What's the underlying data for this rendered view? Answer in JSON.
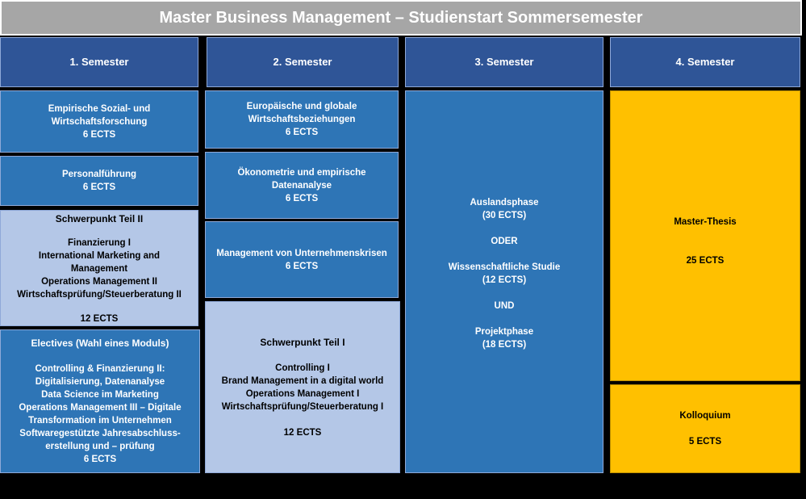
{
  "title": "Master Business Management – Studienstart Sommersemester",
  "colors": {
    "title_bg": "#a6a6a6",
    "header_bg": "#2f5597",
    "module_bg": "#2e75b6",
    "focus_bg": "#b4c7e7",
    "thesis_bg": "#ffc000"
  },
  "semesters": [
    {
      "label": "1. Semester",
      "modules": [
        {
          "lines": [
            "Empirische Sozial- und",
            "Wirtschaftsforschung"
          ],
          "ects": "6 ECTS"
        },
        {
          "lines": [
            "Personalführung"
          ],
          "ects": "6 ECTS"
        },
        {
          "heading": "Schwerpunkt Teil II",
          "lines": [
            "Finanzierung I",
            "International Marketing and",
            "Management",
            "Operations Management II",
            "Wirtschaftsprüfung/Steuerberatung II"
          ],
          "ects": "12 ECTS"
        },
        {
          "heading": "Electives (Wahl eines Moduls)",
          "lines": [
            "Controlling & Finanzierung II:",
            "Digitalisierung, Datenanalyse",
            "Data Science im Marketing",
            "Operations Management III – Digitale",
            "Transformation im Unternehmen",
            "Softwaregestützte Jahresabschluss-",
            "erstellung und – prüfung"
          ],
          "ects": "6 ECTS"
        }
      ]
    },
    {
      "label": "2. Semester",
      "modules": [
        {
          "lines": [
            "Europäische und globale",
            "Wirtschaftsbeziehungen"
          ],
          "ects": "6 ECTS"
        },
        {
          "lines": [
            "Ökonometrie und empirische",
            "Datenanalyse"
          ],
          "ects": "6 ECTS"
        },
        {
          "lines": [
            "Management von Unternehmenskrisen"
          ],
          "ects": "6 ECTS"
        },
        {
          "heading": "Schwerpunkt Teil I",
          "lines": [
            "Controlling I",
            "Brand Management in a digital world",
            "Operations Management I",
            "Wirtschaftsprüfung/Steuerberatung I"
          ],
          "ects": "12 ECTS"
        }
      ]
    },
    {
      "label": "3. Semester",
      "modules": [
        {
          "auslandsphase": "Auslandsphase",
          "auslandsphase_ects": "(30 ECTS)",
          "oder": "ODER",
          "studie": "Wissenschaftliche Studie",
          "studie_ects": "(12 ECTS)",
          "und": "UND",
          "projekt": "Projektphase",
          "projekt_ects": "(18 ECTS)"
        }
      ]
    },
    {
      "label": "4. Semester",
      "modules": [
        {
          "lines": [
            "Master-Thesis"
          ],
          "ects": "25 ECTS"
        },
        {
          "lines": [
            "Kolloquium"
          ],
          "ects": "5 ECTS"
        }
      ]
    }
  ]
}
